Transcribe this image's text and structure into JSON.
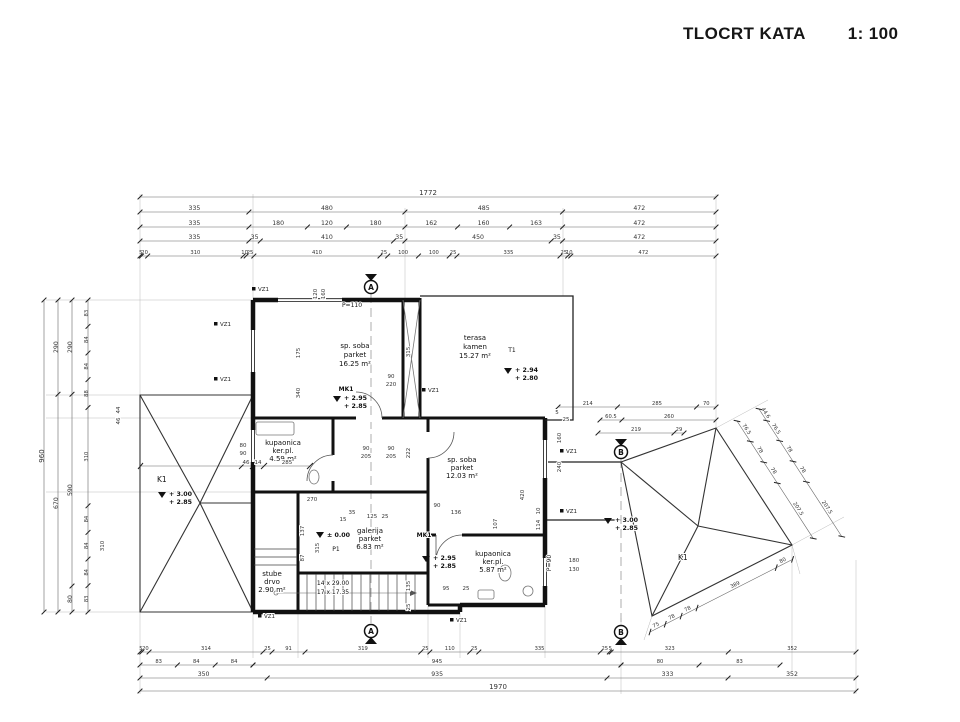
{
  "title": {
    "main": "TLOCRT KATA",
    "scale": "1: 100"
  },
  "sections": {
    "a": "A",
    "b": "B"
  },
  "labels": {
    "vz1": "VZ1",
    "mk1": "MK1",
    "t1": "T1",
    "p1": "P1",
    "p110": "P=110",
    "p90": "P=90",
    "stairs1": "14 x 29.00",
    "stairs2": "17 x 17.35"
  },
  "rooms": {
    "sp_soba_1": {
      "name": "sp. soba",
      "material": "parket",
      "area": "16.25 m²"
    },
    "terasa": {
      "name": "terasa",
      "material": "kamen",
      "area": "15.27 m²"
    },
    "kupaonica_1": {
      "name": "kupaonica",
      "material": "ker.pl.",
      "area": "4.59 m²"
    },
    "sp_soba_2": {
      "name": "sp. soba",
      "material": "parket",
      "area": "12.03 m²"
    },
    "galerija": {
      "name": "galerija",
      "material": "parket",
      "area": "6.83 m²"
    },
    "kupaonica_2": {
      "name": "kupaonica",
      "material": "ker.pl.",
      "area": "5.87 m²"
    },
    "stube": {
      "name": "stube",
      "material": "drvo",
      "area": "2.90 m²"
    },
    "roof_left": {
      "name": "K1"
    },
    "roof_right": {
      "name": "K1"
    }
  },
  "levels": {
    "roof_left": {
      "a": "+ 3.00",
      "b": "+ 2.85"
    },
    "sp_soba_1": {
      "a": "+ 2.95",
      "b": "+ 2.85"
    },
    "terasa": {
      "a": "+ 2.94",
      "b": "+ 2.80"
    },
    "galerija": {
      "a": "± 0.00",
      "b": ""
    },
    "kupaonica_2": {
      "a": "+ 2.95",
      "b": "+ 2.85"
    },
    "roof_right": {
      "a": "+ 3.00",
      "b": "+ 2.85"
    }
  },
  "dims": {
    "top1": [
      "1772"
    ],
    "top2": [
      "335",
      "480",
      "485",
      "472"
    ],
    "top3": [
      "335",
      "180",
      "120",
      "180",
      "162",
      "160",
      "163",
      "472"
    ],
    "top4": [
      "335",
      "35",
      "410",
      "35",
      "450",
      "35",
      "472"
    ],
    "top5": [
      "5",
      "20",
      "310",
      "10",
      "25",
      "410",
      "25",
      "100",
      "100",
      "25",
      "335",
      "25",
      "10",
      "472"
    ],
    "left1": [
      "960"
    ],
    "left2": [
      "290",
      "670"
    ],
    "left3": [
      "290",
      "590",
      "80"
    ],
    "left4": [
      "83",
      "84",
      "84",
      "88",
      "310",
      "84",
      "84",
      "84",
      "83"
    ],
    "bottom1": [
      "5",
      "20",
      "314",
      "25",
      "91",
      "319",
      "25",
      "110",
      "25",
      "335",
      "25",
      "5",
      "323",
      "352"
    ],
    "bottom2a": [
      "83",
      "84",
      "84"
    ],
    "bottom2b": [
      "945"
    ],
    "bottom2c": [
      "80",
      "83"
    ],
    "bottom3": [
      "350",
      "935",
      "333",
      "352"
    ],
    "bottom4": [
      "1970"
    ],
    "rh1": [
      "214",
      "285",
      "70"
    ],
    "rh2": [
      "60.5",
      "260"
    ],
    "rh3": [
      "219",
      "29"
    ],
    "s1": [
      "76.5",
      "78",
      "78",
      "207.5"
    ],
    "s2": [
      "44.6",
      "76.5",
      "78",
      "78",
      "207.5"
    ],
    "s3": [
      "75",
      "78",
      "78",
      "389",
      "80"
    ],
    "inner": [
      "175",
      "340",
      "90",
      "220",
      "315",
      "120",
      "160",
      "222",
      "80",
      "90",
      "90",
      "205",
      "90",
      "205",
      "270",
      "137",
      "87",
      "315",
      "35",
      "15",
      "125",
      "25",
      "136",
      "90",
      "107",
      "420",
      "114",
      "10",
      "160",
      "240",
      "180",
      "130",
      "135",
      "25",
      "5",
      "25",
      "46",
      "14",
      "285",
      "310",
      "44",
      "46",
      "95",
      "25"
    ]
  }
}
